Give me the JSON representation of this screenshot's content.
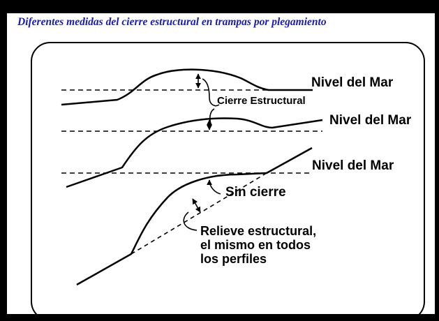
{
  "title": "Diferentes medidas del cierre estructural en trampas por plegamiento",
  "labels": {
    "sea_level_1": "Nivel del Mar",
    "sea_level_2": "Nivel del Mar",
    "sea_level_3": "Nivel del Mar",
    "structural_closure": "Cierre Estructural",
    "no_closure": "Sin cierre",
    "relief_line1": "Relieve estructural,",
    "relief_line2": "el mismo en todos",
    "relief_line3": "los perfiles"
  },
  "colors": {
    "title": "#1a1ab5",
    "background": "#000000",
    "slide": "#ffffff",
    "ink": "#000000"
  }
}
